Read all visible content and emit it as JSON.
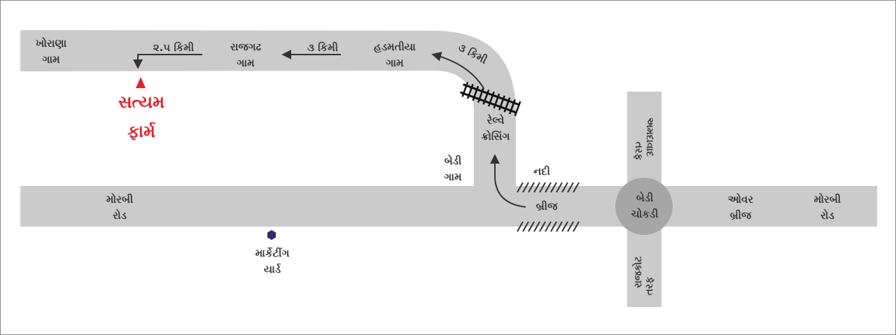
{
  "colors": {
    "road": "#cbcbcb",
    "text": "#3a3a3a",
    "destination": "#e1222a",
    "marker": "#2e2a73",
    "chowk": "#a6a6a6",
    "border": "#8a8a8a"
  },
  "destination": {
    "line1": "સત્યમ",
    "line2": "ફાર્મ",
    "marker_icon": "triangle-up"
  },
  "places": {
    "khorana": {
      "line1": "ખોરાણા",
      "line2": "ગામ"
    },
    "rajgadh": {
      "line1": "રાજગઢ",
      "line2": "ગામ"
    },
    "hadmatiya": {
      "line1": "હડમતીયા",
      "line2": "ગામ"
    },
    "railway": {
      "line1": "રેલ્વે",
      "line2": "ક્રોસિંગ"
    },
    "bedi_gam": {
      "line1": "બેડી",
      "line2": "ગામ"
    },
    "morbi_left": {
      "line1": "મોરબી",
      "line2": "રોડ"
    },
    "morbi_right": {
      "line1": "મોરબી",
      "line2": "રોડ"
    },
    "market": {
      "line1": "માર્કેટીંગ",
      "line2": "યાર્ડ",
      "marker_icon": "hexagon"
    },
    "bedi_chokdi": {
      "line1": "બેડી",
      "line2": "ચોકડી"
    },
    "over_bridge": {
      "line1": "ઓવર",
      "line2": "બ્રીજ"
    },
    "ahmedabad": {
      "line1": "અમદાવાદ",
      "line2": "તરફ"
    },
    "rajkot": {
      "line1": "રાજકોટ",
      "line2": "તરફ"
    },
    "nadi": "નદી",
    "bridge": "બ્રીજ"
  },
  "distances": {
    "d1": "૨.૫ કિમી",
    "d2": "૩ કિમી",
    "d3": "૩ કિમી"
  }
}
